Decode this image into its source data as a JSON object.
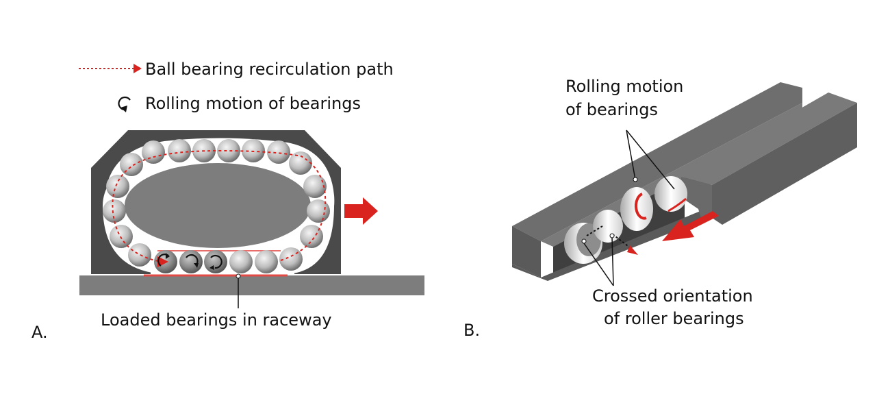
{
  "colors": {
    "accent_red": "#d9231f",
    "housing_dark": "#4a4a4a",
    "rail_gray": "#7d7d7d",
    "ball_light": "#e0e0e0",
    "background": "#ffffff"
  },
  "panel_a": {
    "panel_label": "A.",
    "legend": [
      {
        "icon": "dashed-arrow-icon",
        "label": "Ball bearing recirculation path"
      },
      {
        "icon": "rotate-icon",
        "label": "Rolling motion of bearings"
      }
    ],
    "callout": "Loaded bearings in raceway",
    "motion_arrow": "arrow-right-icon"
  },
  "panel_b": {
    "panel_label": "B.",
    "callout_top": [
      "Rolling motion",
      "of bearings"
    ],
    "callout_bottom": [
      "Crossed orientation",
      "of roller bearings"
    ],
    "motion_arrow": "arrow-down-left-icon"
  }
}
